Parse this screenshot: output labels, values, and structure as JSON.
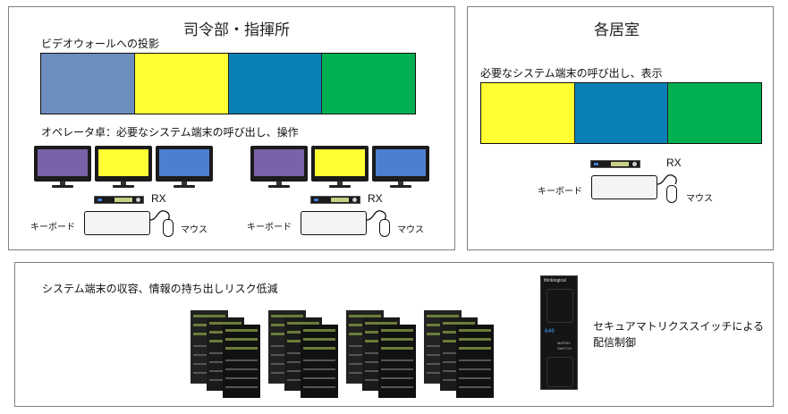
{
  "command_panel": {
    "title": "司令部・指揮所",
    "videowall_label": "ビデオウォールへの投影",
    "operator_label": "オペレータ卓：必要なシステム端末の呼び出し、操作",
    "rx_label": "RX",
    "keyboard_label": "キーボード",
    "mouse_label": "マウス",
    "videowall_colors": [
      "#6c8ebf",
      "#ffff33",
      "#0a7fb5",
      "#00b050"
    ],
    "monitor_colors": [
      "#7b62a8",
      "#ffff33",
      "#4d7fd0"
    ]
  },
  "room_panel": {
    "title": "各居室",
    "display_label": "必要なシステム端末の呼び出し、表示",
    "rx_label": "RX",
    "keyboard_label": "キーボード",
    "mouse_label": "マウス",
    "display_colors": [
      "#ffff33",
      "#0a7fb5",
      "#00b050"
    ]
  },
  "server_panel": {
    "storage_label": "システム端末の収容、情報の持ち出しリスク低減",
    "switch_label_line1": "セキュアマトリクススイッチによる",
    "switch_label_line2": "配信制御",
    "switch_brand": "thinklogical",
    "switch_model": "640",
    "switch_caption_line1": "MATRIX",
    "switch_caption_line2": "SWITCH"
  }
}
